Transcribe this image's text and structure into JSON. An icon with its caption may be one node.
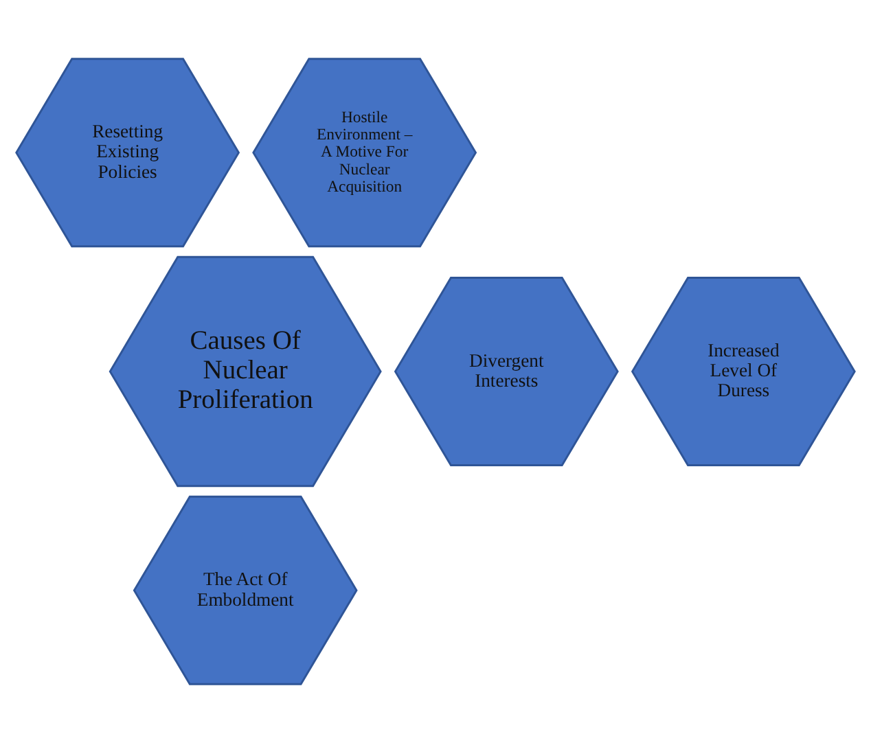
{
  "diagram": {
    "nodes": [
      {
        "text": [
          "Resetting Existing Policies"
        ]
      },
      {
        "text": [
          "Hostile Environment – A Motive For Nuclear Acquisition"
        ]
      },
      {
        "text": [
          "Causes Of Nuclear Proliferation"
        ]
      },
      {
        "text": [
          "Increased Level Of Duress"
        ]
      },
      {
        "text": [
          "Divergent Interests"
        ]
      },
      {
        "text": [
          "The Act Of Emboldment"
        ]
      }
    ]
  }
}
